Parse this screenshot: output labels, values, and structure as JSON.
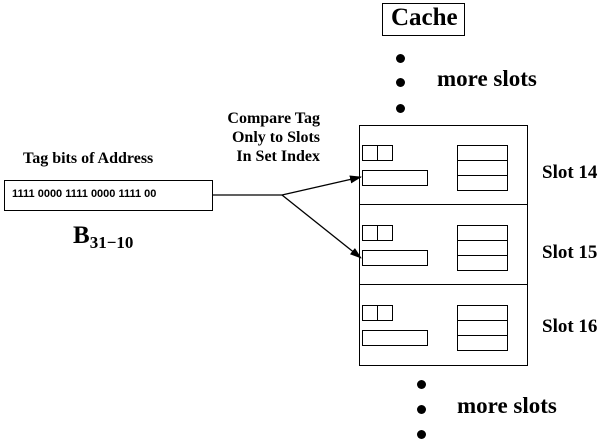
{
  "cache_label": "Cache",
  "more_slots_top": "more slots",
  "more_slots_bottom": "more slots",
  "compare_label": [
    "Compare Tag",
    "Only to Slots",
    "In Set Index"
  ],
  "address": {
    "caption": "Tag bits of Address",
    "bits": "1111 0000 1111 0000 1111 00",
    "bit_range_base": "B",
    "bit_range_sub": "31−10"
  },
  "slots": [
    {
      "label": "Slot 14",
      "arrow_target": true
    },
    {
      "label": "Slot 15",
      "arrow_target": true
    },
    {
      "label": "Slot 16",
      "arrow_target": false
    }
  ]
}
